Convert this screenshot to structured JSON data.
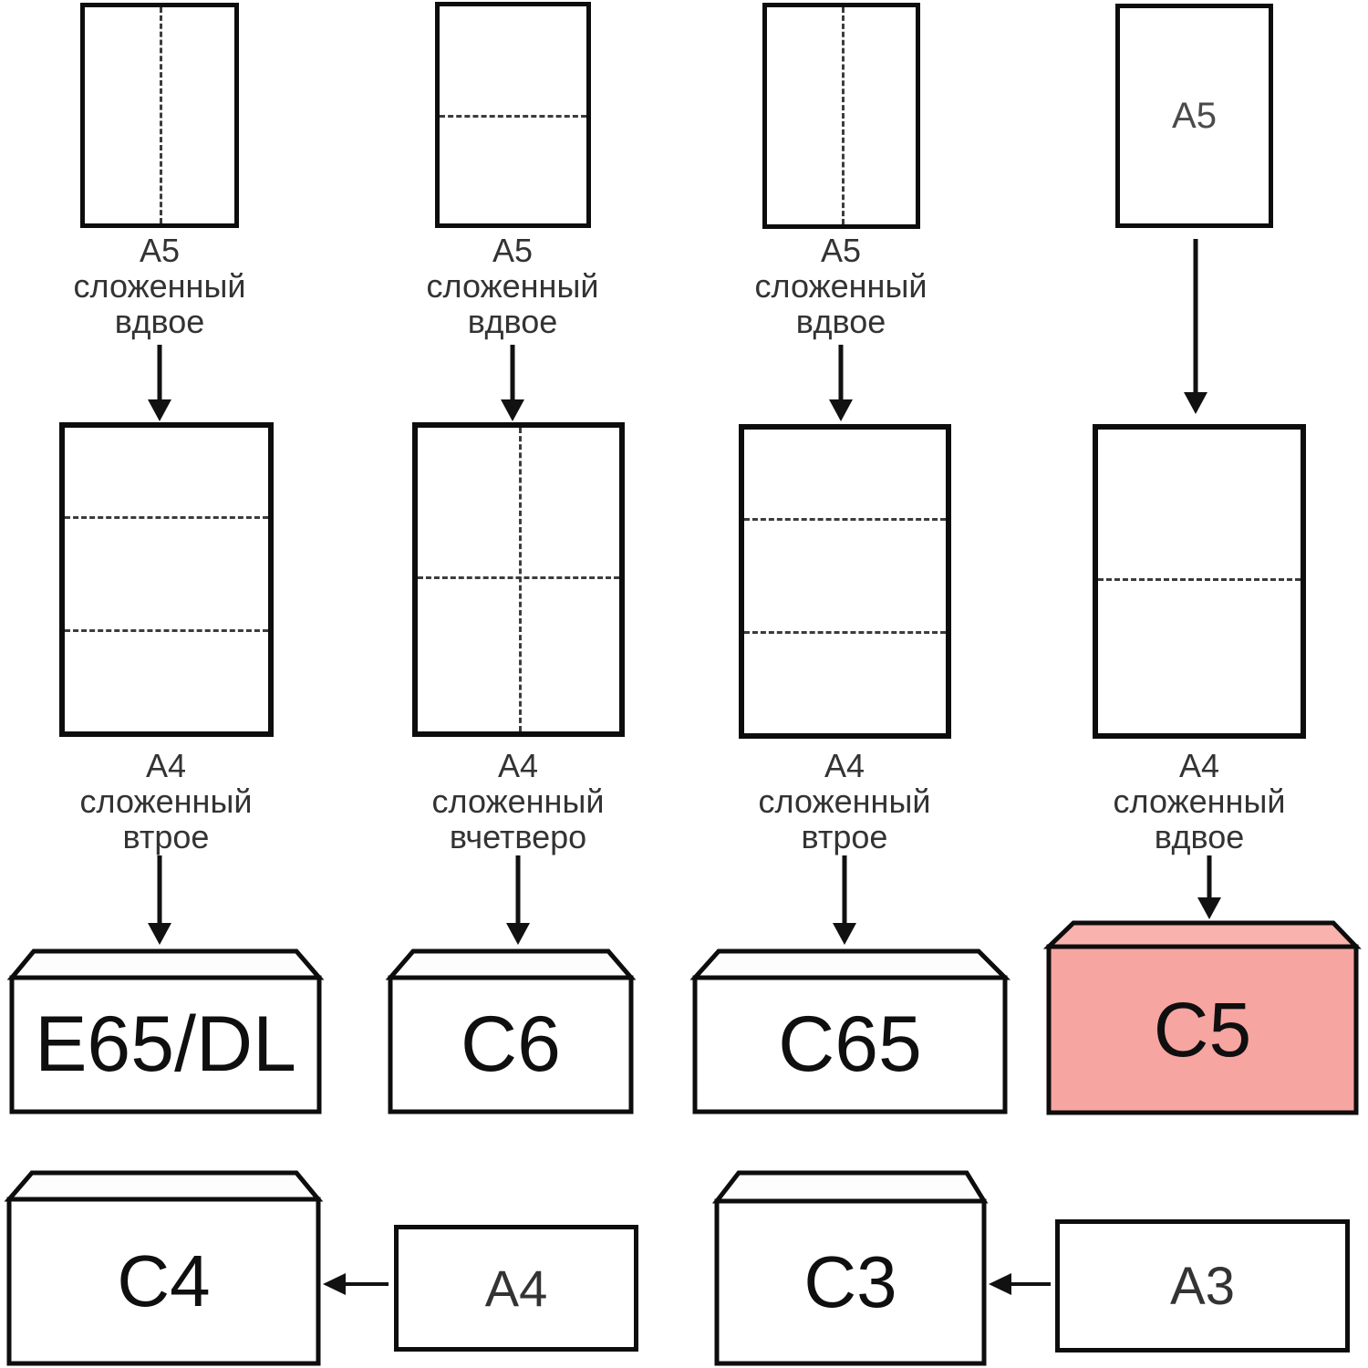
{
  "colors": {
    "c5_body": "#f7a5a1",
    "c5_flap": "#f9b2ad"
  },
  "icons": {
    "arrow_down": "↓",
    "arrow_left": "←"
  },
  "top_row": [
    {
      "caption": [
        "А5",
        "сложенный",
        "вдвое"
      ]
    },
    {
      "caption": [
        "А5",
        "сложенный",
        "вдвое"
      ]
    },
    {
      "caption": [
        "А5",
        "сложенный",
        "вдвое"
      ]
    },
    {
      "label": "А5"
    }
  ],
  "middle_row": [
    {
      "caption": [
        "А4",
        "сложенный",
        "втрое"
      ]
    },
    {
      "caption": [
        "А4",
        "сложенный",
        "вчетверо"
      ]
    },
    {
      "caption": [
        "А4",
        "сложенный",
        "втрое"
      ]
    },
    {
      "caption": [
        "А4",
        "сложенный",
        "вдвое"
      ]
    }
  ],
  "envelopes": [
    {
      "label": "E65/DL"
    },
    {
      "label": "C6"
    },
    {
      "label": "C65"
    },
    {
      "label": "C5",
      "highlighted": true
    },
    {
      "label": "C4"
    },
    {
      "label": "C3"
    }
  ],
  "bottom_papers": [
    {
      "label": "А4"
    },
    {
      "label": "А3"
    }
  ]
}
